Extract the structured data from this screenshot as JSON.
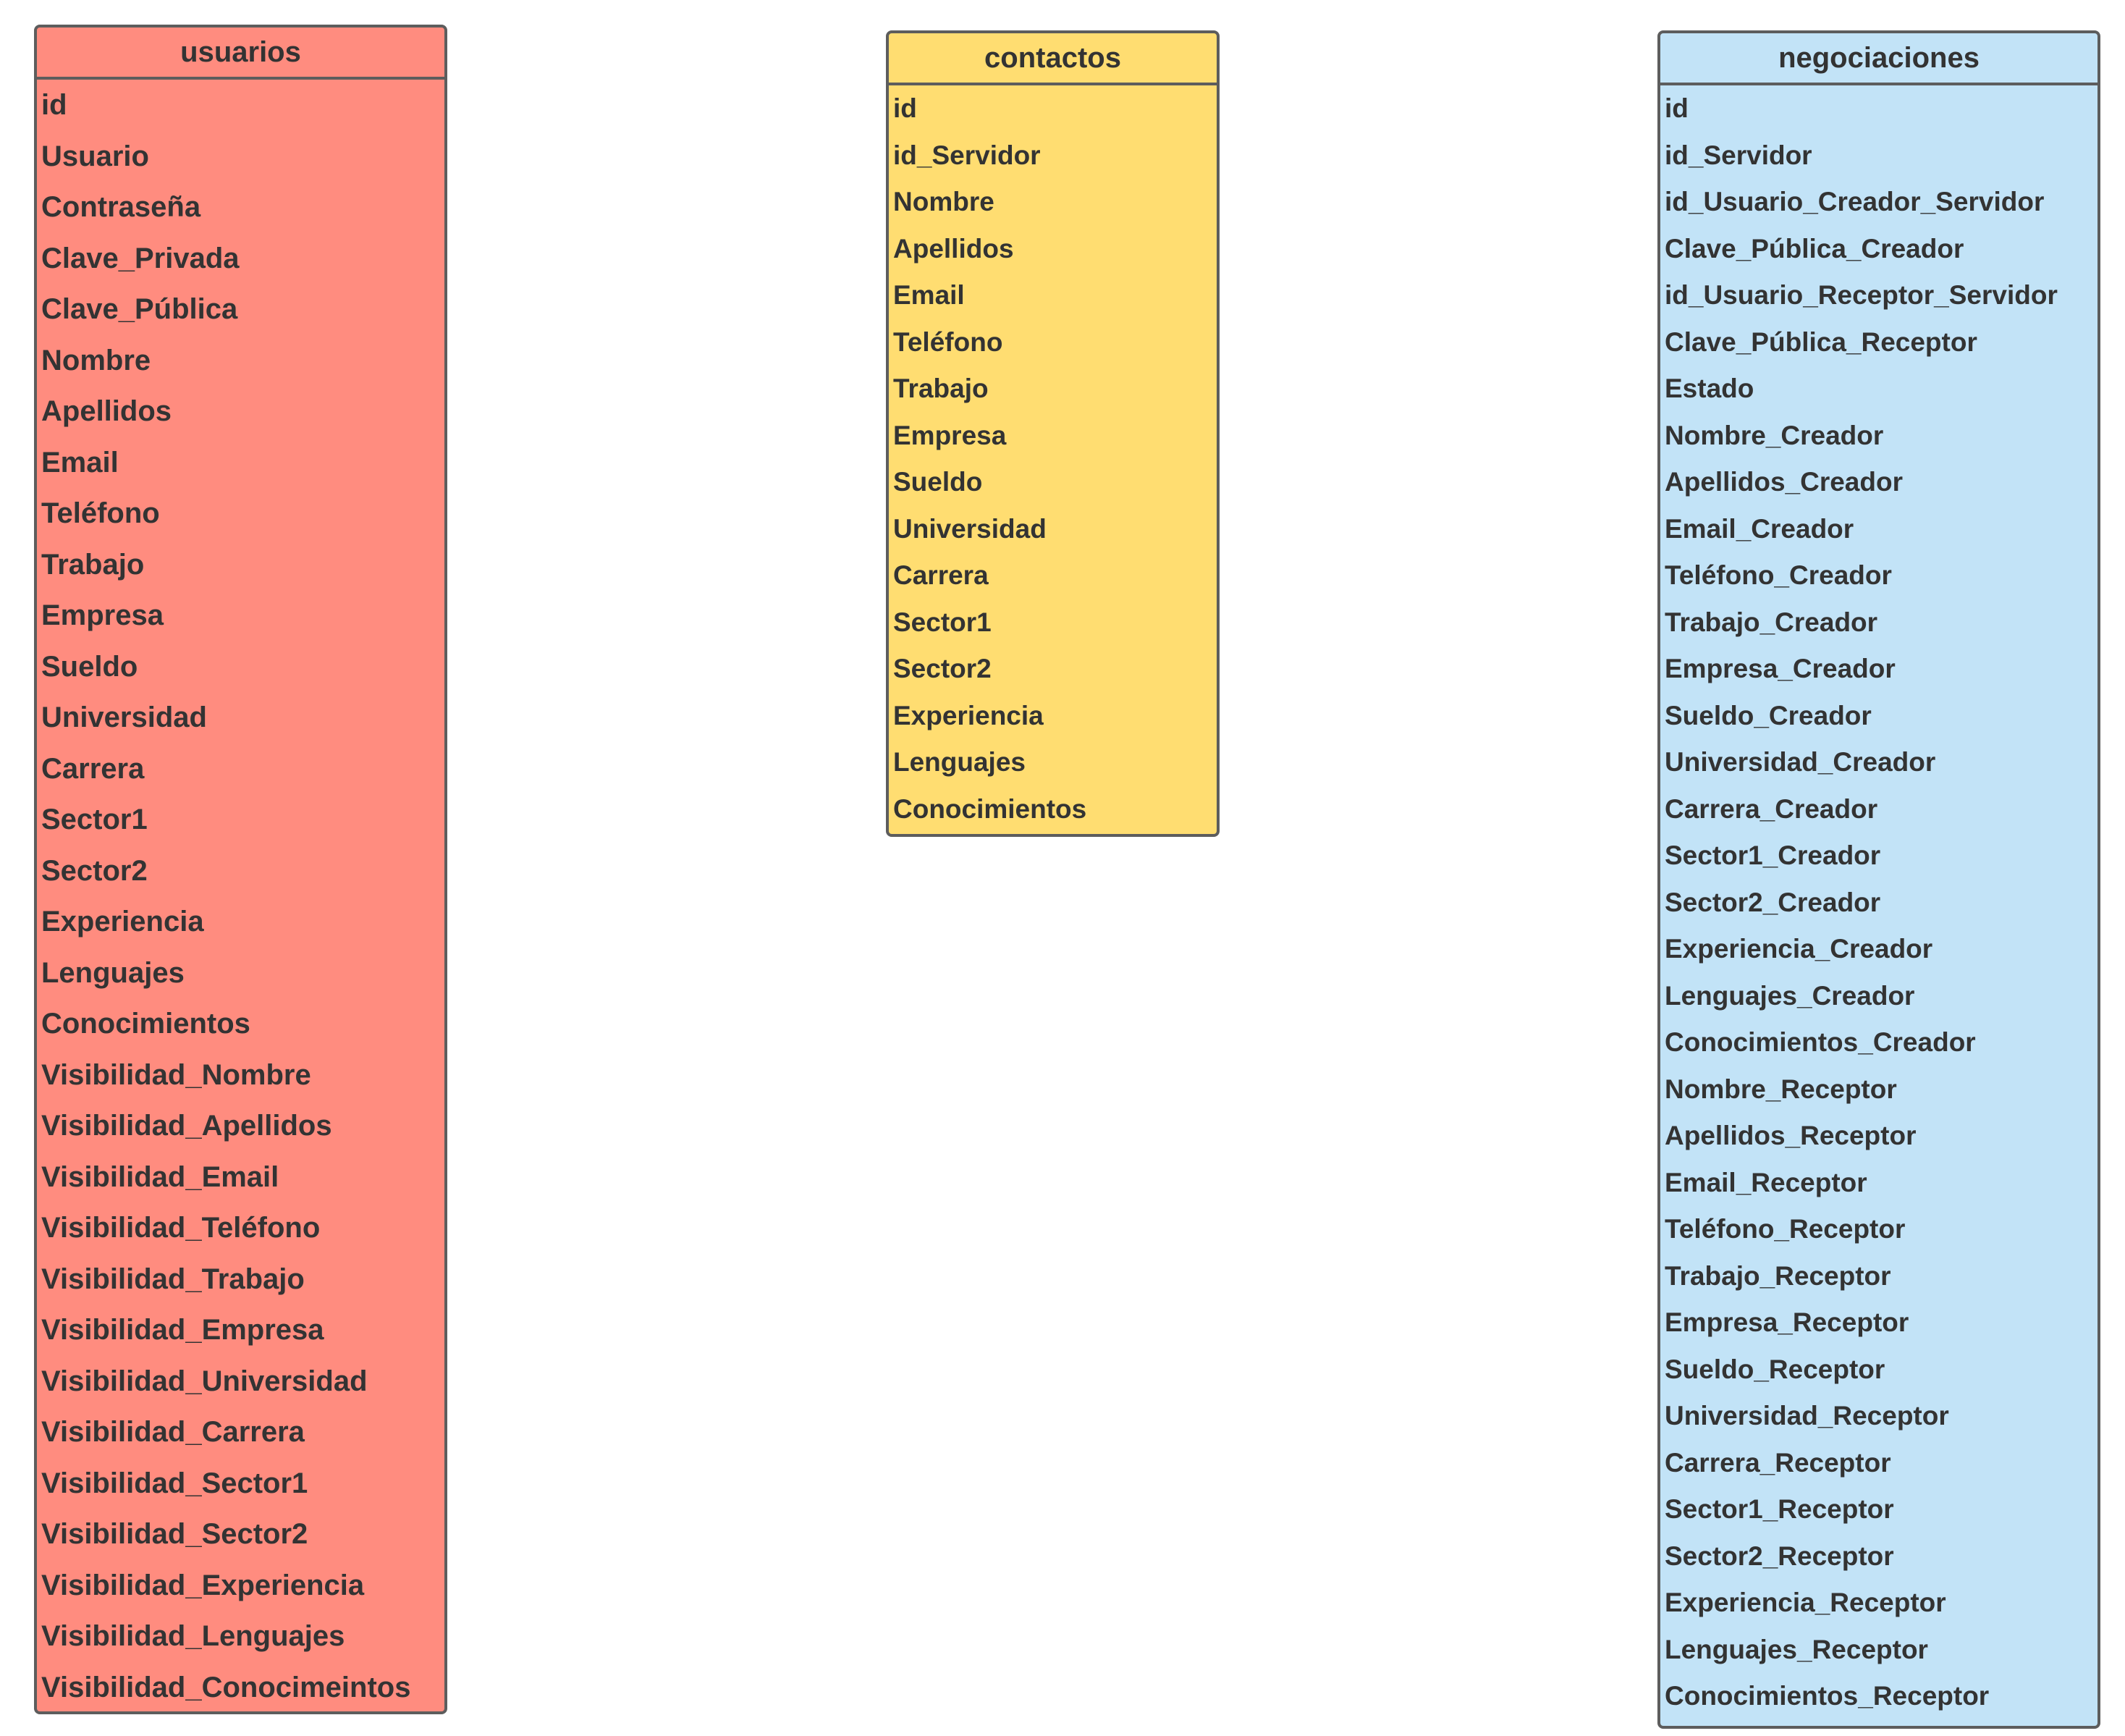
{
  "colors": {
    "usuarios_fill": "#ff8c7f",
    "contactos_fill": "#ffdd71",
    "negociaciones_fill": "#c2e3f7",
    "border": "#5d5d5d",
    "text": "#333333"
  },
  "tables": {
    "usuarios": {
      "title": "usuarios",
      "fields": [
        "id",
        "Usuario",
        "Contraseña",
        "Clave_Privada",
        "Clave_Pública",
        "Nombre",
        "Apellidos",
        "Email",
        "Teléfono",
        "Trabajo",
        "Empresa",
        "Sueldo",
        "Universidad",
        "Carrera",
        "Sector1",
        "Sector2",
        "Experiencia",
        "Lenguajes",
        "Conocimientos",
        "Visibilidad_Nombre",
        "Visibilidad_Apellidos",
        "Visibilidad_Email",
        "Visibilidad_Teléfono",
        "Visibilidad_Trabajo",
        "Visibilidad_Empresa",
        "Visibilidad_Universidad",
        "Visibilidad_Carrera",
        "Visibilidad_Sector1",
        "Visibilidad_Sector2",
        "Visibilidad_Experiencia",
        "Visibilidad_Lenguajes",
        "Visibilidad_Conocimeintos"
      ]
    },
    "contactos": {
      "title": "contactos",
      "fields": [
        "id",
        "id_Servidor",
        "Nombre",
        "Apellidos",
        "Email",
        "Teléfono",
        "Trabajo",
        "Empresa",
        "Sueldo",
        "Universidad",
        "Carrera",
        "Sector1",
        "Sector2",
        "Experiencia",
        "Lenguajes",
        "Conocimientos"
      ]
    },
    "negociaciones": {
      "title": "negociaciones",
      "fields": [
        "id",
        "id_Servidor",
        "id_Usuario_Creador_Servidor",
        "Clave_Pública_Creador",
        "id_Usuario_Receptor_Servidor",
        "Clave_Pública_Receptor",
        "Estado",
        "Nombre_Creador",
        "Apellidos_Creador",
        "Email_Creador",
        "Teléfono_Creador",
        "Trabajo_Creador",
        "Empresa_Creador",
        "Sueldo_Creador",
        "Universidad_Creador",
        "Carrera_Creador",
        "Sector1_Creador",
        "Sector2_Creador",
        "Experiencia_Creador",
        "Lenguajes_Creador",
        "Conocimientos_Creador",
        "Nombre_Receptor",
        "Apellidos_Receptor",
        "Email_Receptor",
        "Teléfono_Receptor",
        "Trabajo_Receptor",
        "Empresa_Receptor",
        "Sueldo_Receptor",
        "Universidad_Receptor",
        "Carrera_Receptor",
        "Sector1_Receptor",
        "Sector2_Receptor",
        "Experiencia_Receptor",
        "Lenguajes_Receptor",
        "Conocimientos_Receptor"
      ]
    }
  }
}
